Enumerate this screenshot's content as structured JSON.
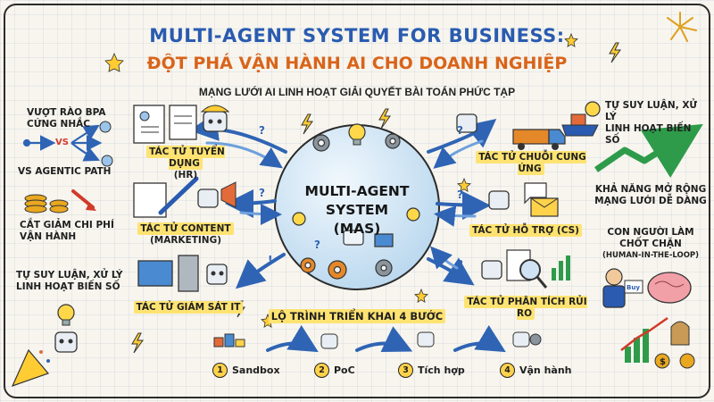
{
  "header": {
    "title_line1": "MULTI-AGENT SYSTEM FOR BUSINESS:",
    "title_line2": "ĐỘT PHÁ VẬN HÀNH AI CHO DOANH NGHIỆP",
    "subtitle": "MẠNG LƯỚI AI LINH HOẠT GIẢI QUYẾT BÀI TOÁN PHỨC TẠP"
  },
  "center": {
    "line1": "MULTI-AGENT",
    "line2": "SYSTEM",
    "line3": "(MAS)"
  },
  "agents": {
    "hr": {
      "line1": "TÁC TỬ TUYỂN DỤNG",
      "line2": "(HR)"
    },
    "content": {
      "line1": "TÁC TỬ CONTENT",
      "line2": "(MARKETING)"
    },
    "it": {
      "line1": "TÁC TỬ GIÁM SÁT IT"
    },
    "supply": {
      "line1": "TÁC TỬ CHUỖI CUNG ỨNG"
    },
    "support": {
      "line1": "TÁC TỬ HỖ TRỢ (CS)"
    },
    "risk": {
      "line1": "TÁC TỬ PHÂN TÍCH RỦI RO"
    }
  },
  "left_benefits": {
    "bpa": {
      "line1": "VƯỢT RÀO BPA",
      "line2": "CỨNG NHẮC"
    },
    "vs_badge": "VS",
    "path": {
      "line1": "VS AGENTIC PATH"
    },
    "cost": {
      "line1": "CẮT GIẢM CHI PHÍ",
      "line2": "VẬN HÀNH"
    },
    "reason": {
      "line1": "TỰ SUY LUẬN, XỬ LÝ",
      "line2": "LINH HOẠT BIẾN SỐ"
    }
  },
  "right_benefits": {
    "reason": {
      "line1": "TỰ SUY LUẬN, XỬ LÝ",
      "line2": "LINH HOẠT BIẾN SỐ"
    },
    "scale": {
      "line1": "KHẢ NĂNG MỞ RỘNG",
      "line2": "MẠNG LƯỚI DỄ DÀNG"
    },
    "human": {
      "line1": "CON NGƯỜI LÀM",
      "line2": "CHỐT CHẶN",
      "line3": "(HUMAN-IN-THE-LOOP)"
    }
  },
  "roadmap": {
    "title": "LỘ TRÌNH TRIỂN KHAI 4 BƯỚC",
    "steps": [
      {
        "num": "1",
        "label": "Sandbox"
      },
      {
        "num": "2",
        "label": "PoC"
      },
      {
        "num": "3",
        "label": "Tích hợp"
      },
      {
        "num": "4",
        "label": "Vận hành"
      }
    ]
  },
  "doodles": {
    "mark_q": "?",
    "mark_excl": "!",
    "dollar": "$",
    "buy_label": "Buy"
  },
  "colors": {
    "blue": "#2a5bb0",
    "orange": "#d9641a",
    "yellow": "#ffe372",
    "green": "#2e9b4a",
    "sphere": "#d7e9f6"
  }
}
